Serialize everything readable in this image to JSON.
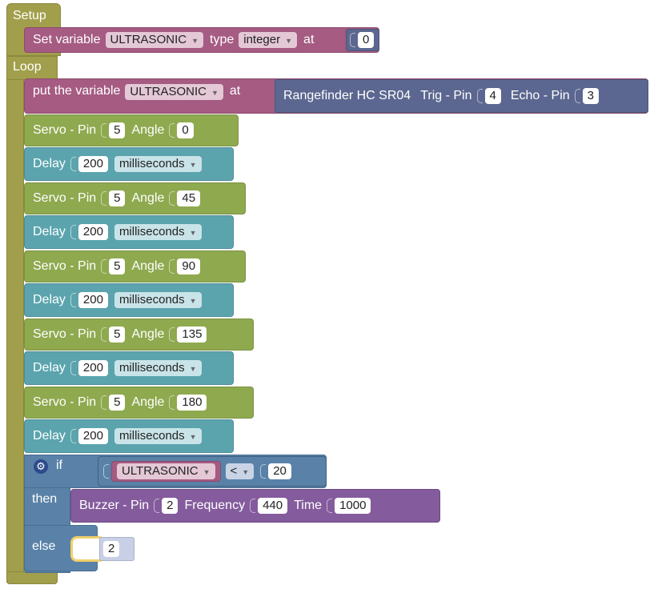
{
  "setup": {
    "header": "Setup",
    "set_var": {
      "label": "Set variable",
      "var": "ULTRASONIC",
      "type_label": "type",
      "type": "integer",
      "at_label": "at",
      "value": "0"
    }
  },
  "loop": {
    "header": "Loop",
    "put": {
      "label": "put the variable",
      "var": "ULTRASONIC",
      "at_label": "at",
      "sensor": "Rangefinder HC SR04",
      "trig_label": "Trig - Pin",
      "trig": "4",
      "echo_label": "Echo - Pin",
      "echo": "3"
    },
    "servo_label": "Servo - Pin",
    "angle_label": "Angle",
    "delay_label": "Delay",
    "steps": [
      {
        "servo_pin": "5",
        "angle": "0",
        "delay": "200",
        "unit": "milliseconds"
      },
      {
        "servo_pin": "5",
        "angle": "45",
        "delay": "200",
        "unit": "milliseconds"
      },
      {
        "servo_pin": "5",
        "angle": "90",
        "delay": "200",
        "unit": "milliseconds"
      },
      {
        "servo_pin": "5",
        "angle": "135",
        "delay": "200",
        "unit": "milliseconds"
      },
      {
        "servo_pin": "5",
        "angle": "180",
        "delay": "200",
        "unit": "milliseconds"
      }
    ],
    "if_block": {
      "if_label": "if",
      "var": "ULTRASONIC",
      "op": "<",
      "value": "20",
      "then_label": "then",
      "buzzer": {
        "label": "Buzzer - Pin",
        "pin": "2",
        "freq_label": "Frequency",
        "freq": "440",
        "time_label": "Time",
        "time": "1000"
      },
      "else_label": "else",
      "else_value": "2"
    }
  },
  "icons": {
    "settings": "gear-icon",
    "dropdown": "triangle-down-icon"
  },
  "colors": {
    "event": "#a29f4c",
    "variable": "#a55b82",
    "math": "#5b6790",
    "servo": "#8fa94f",
    "delay": "#5ba4ae",
    "logic": "#5a82a8",
    "buzzer": "#845b9d",
    "selected": "#f0cf6a"
  }
}
